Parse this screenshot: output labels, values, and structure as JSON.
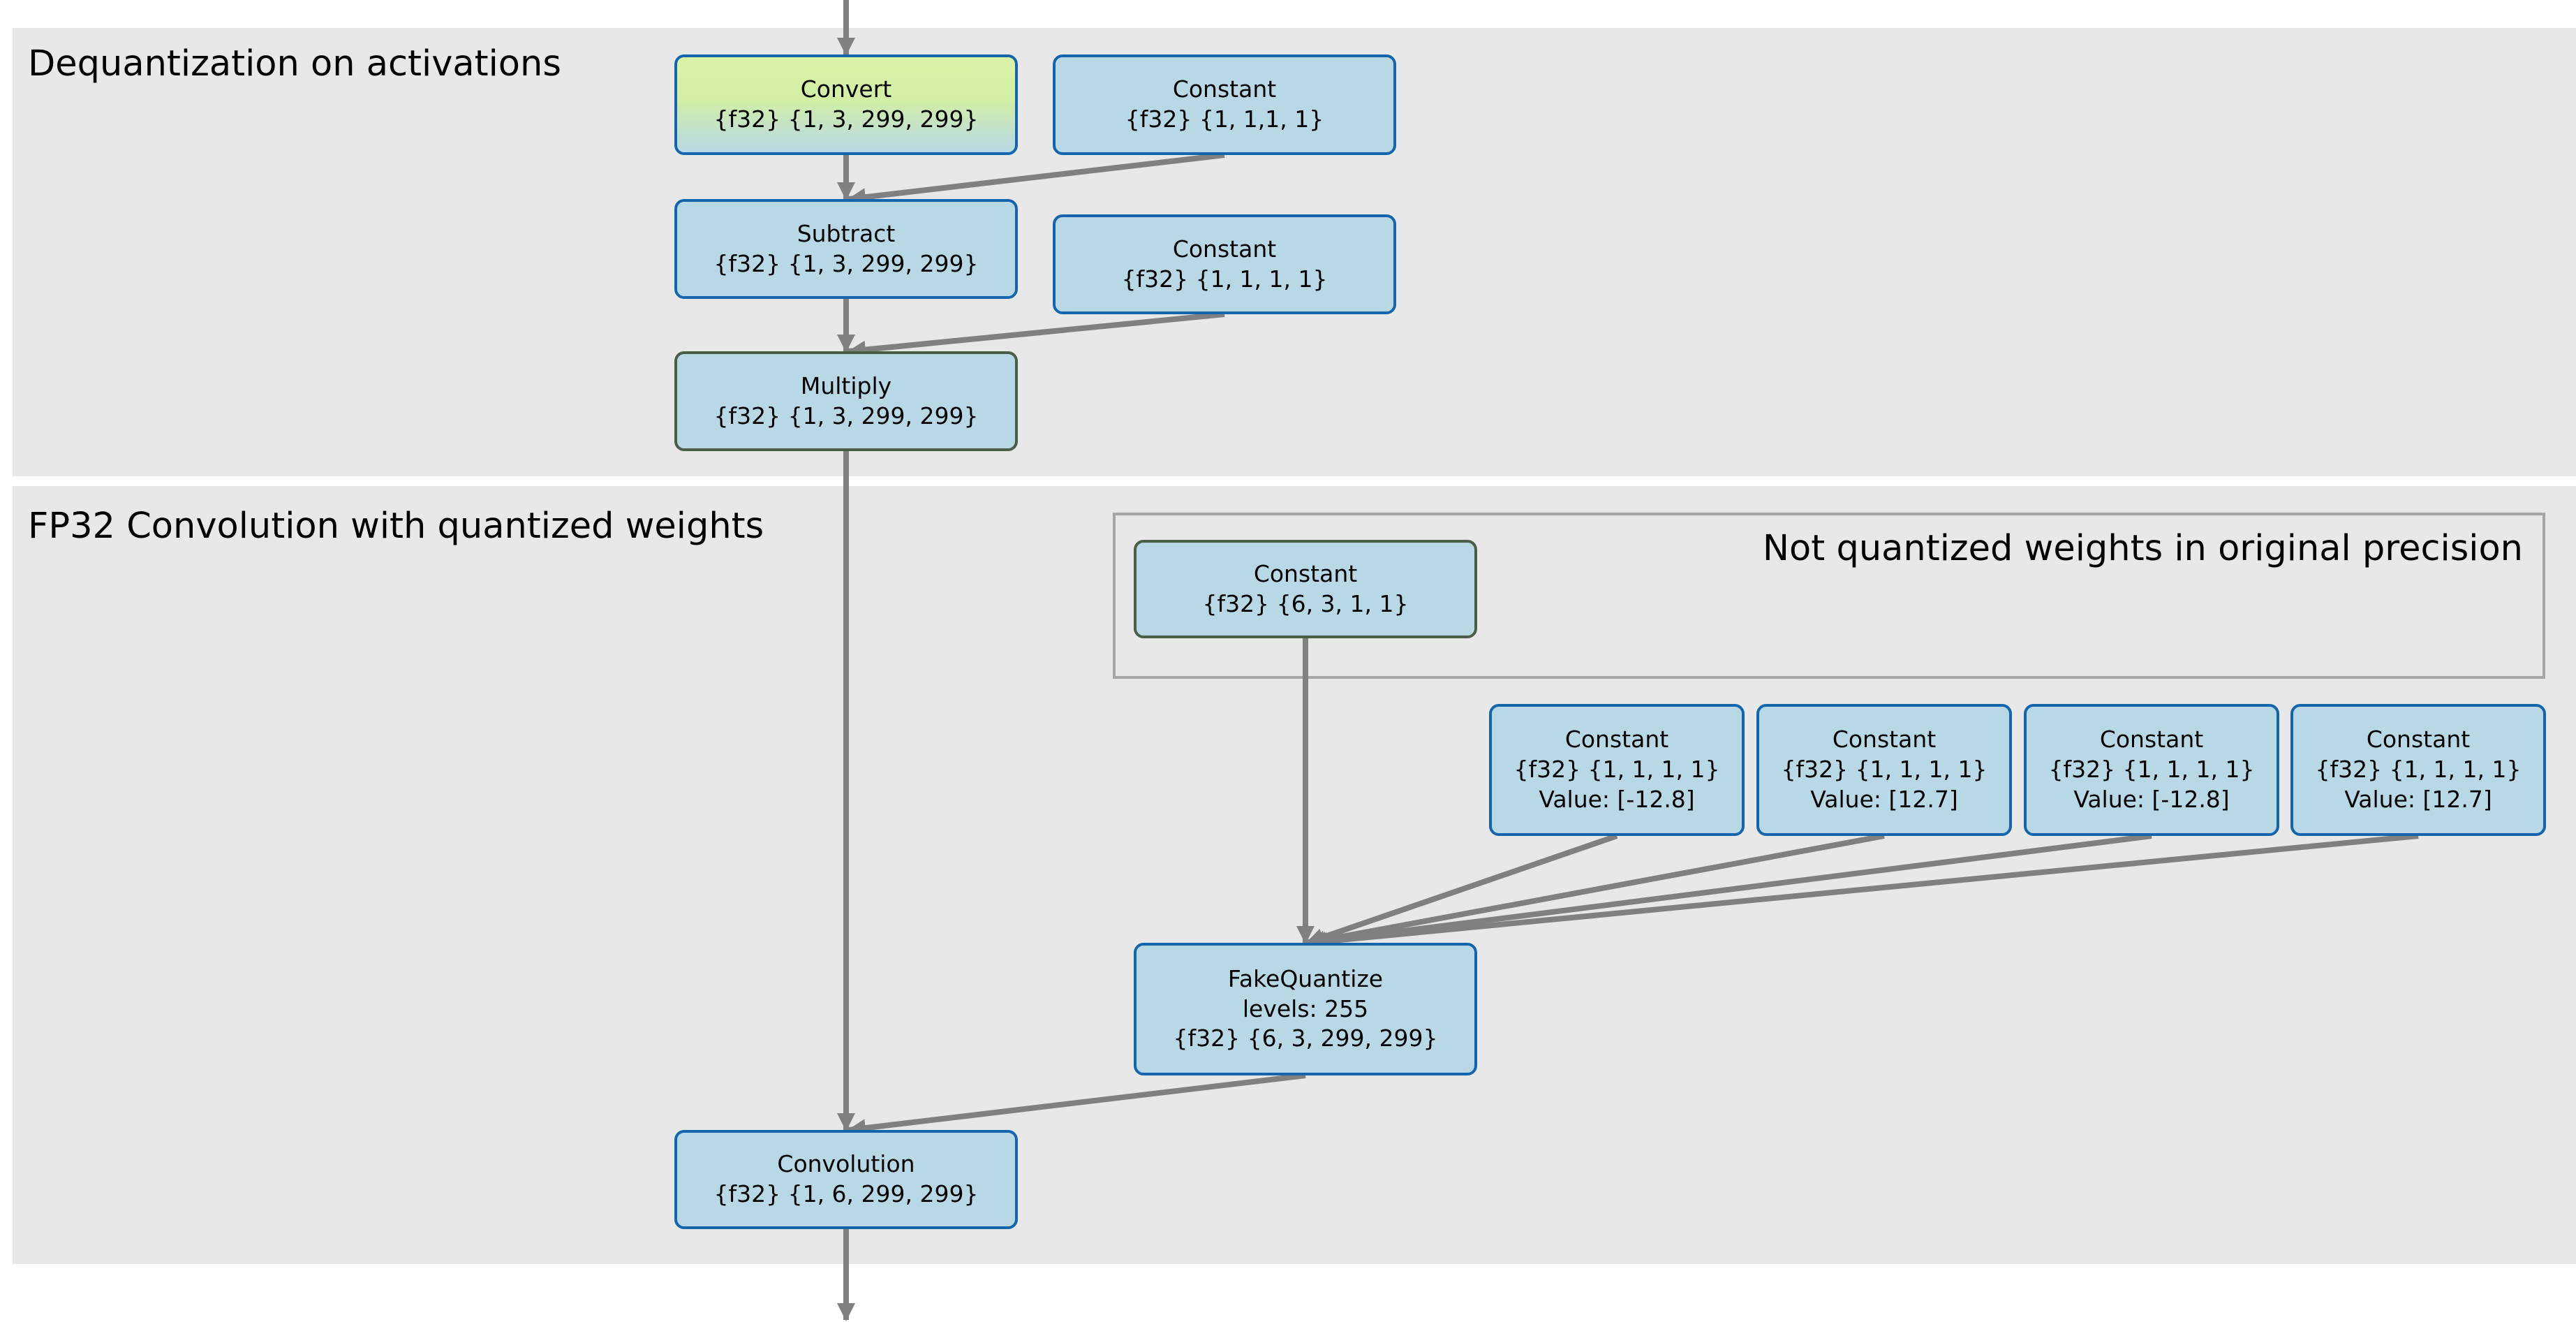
{
  "groups": {
    "dequant": {
      "title": "Dequantization on activations"
    },
    "conv": {
      "title": "FP32 Convolution with quantized weights"
    },
    "weights": {
      "title": "Not quantized weights in original precision"
    }
  },
  "nodes": {
    "convert": {
      "name": "Convert",
      "shape": "{f32} {1, 3, 299, 299}"
    },
    "constant1": {
      "name": "Constant",
      "shape": "{f32} {1, 1,1, 1}"
    },
    "subtract": {
      "name": "Subtract",
      "shape": "{f32} {1, 3, 299, 299}"
    },
    "constant2": {
      "name": "Constant",
      "shape": "{f32} {1, 1, 1, 1}"
    },
    "multiply": {
      "name": "Multiply",
      "shape": "{f32} {1, 3, 299, 299}"
    },
    "weights_constant": {
      "name": "Constant",
      "shape": "{f32} {6, 3, 1, 1}"
    },
    "fq_in_low": {
      "name": "Constant",
      "shape": "{f32} {1, 1, 1, 1}",
      "value": "Value: [-12.8]"
    },
    "fq_in_high": {
      "name": "Constant",
      "shape": "{f32} {1, 1, 1, 1}",
      "value": "Value: [12.7]"
    },
    "fq_out_low": {
      "name": "Constant",
      "shape": "{f32} {1, 1, 1, 1}",
      "value": "Value: [-12.8]"
    },
    "fq_out_high": {
      "name": "Constant",
      "shape": "{f32} {1, 1, 1, 1}",
      "value": "Value: [12.7]"
    },
    "fakequantize": {
      "name": "FakeQuantize",
      "levels": "levels: 255",
      "shape": "{f32} {6, 3, 299, 299}"
    },
    "convolution": {
      "name": "Convolution",
      "shape": "{f32} {1, 6, 299, 299}"
    }
  },
  "colors": {
    "group_bg": "#e8e8e8",
    "node_fill": "#b8d8e6",
    "node_border": "#1565ac",
    "node_border_dark": "#4a5d46",
    "convert_fill_top": "#dbf3a7",
    "edge": "#808080"
  }
}
